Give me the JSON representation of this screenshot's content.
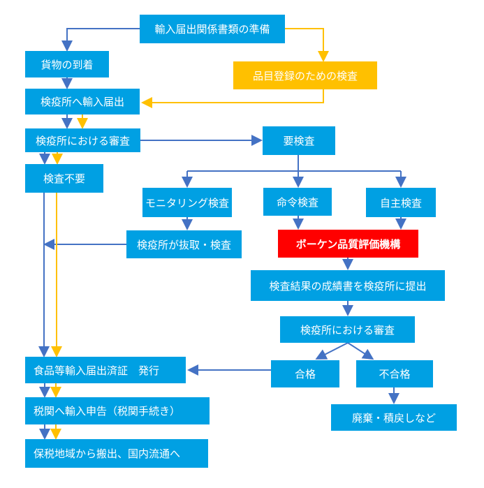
{
  "colors": {
    "box": "#00a0e3",
    "text": "#ffffff",
    "yellow_box": "#ffc000",
    "red_box": "#ff0000",
    "arrow_blue": "#4472c4",
    "arrow_yellow": "#ffc000"
  },
  "nodes": {
    "prep": "輸入届出関係書類の準備",
    "arrival": "貨物の到着",
    "registration": "品目登録のための検査",
    "import_notice": "検疫所へ輸入届出",
    "review1": "検疫所における審査",
    "inspection_required": "要検査",
    "no_inspection": "検査不要",
    "monitoring": "モニタリング検査",
    "order": "命令検査",
    "voluntary": "自主検査",
    "sampling": "検疫所が抜取・検査",
    "agency": "ボーケン品質評価機構",
    "submit": "検査結果の成績書を検疫所に提出",
    "review2": "検疫所における審査",
    "pass": "合格",
    "fail": "不合格",
    "certificate": "食品等輸入届出済証　発行",
    "disposal": "廃棄・積戻しなど",
    "customs": "税関へ輸入申告（税関手続き）",
    "release": "保税地域から搬出、国内流通へ"
  }
}
